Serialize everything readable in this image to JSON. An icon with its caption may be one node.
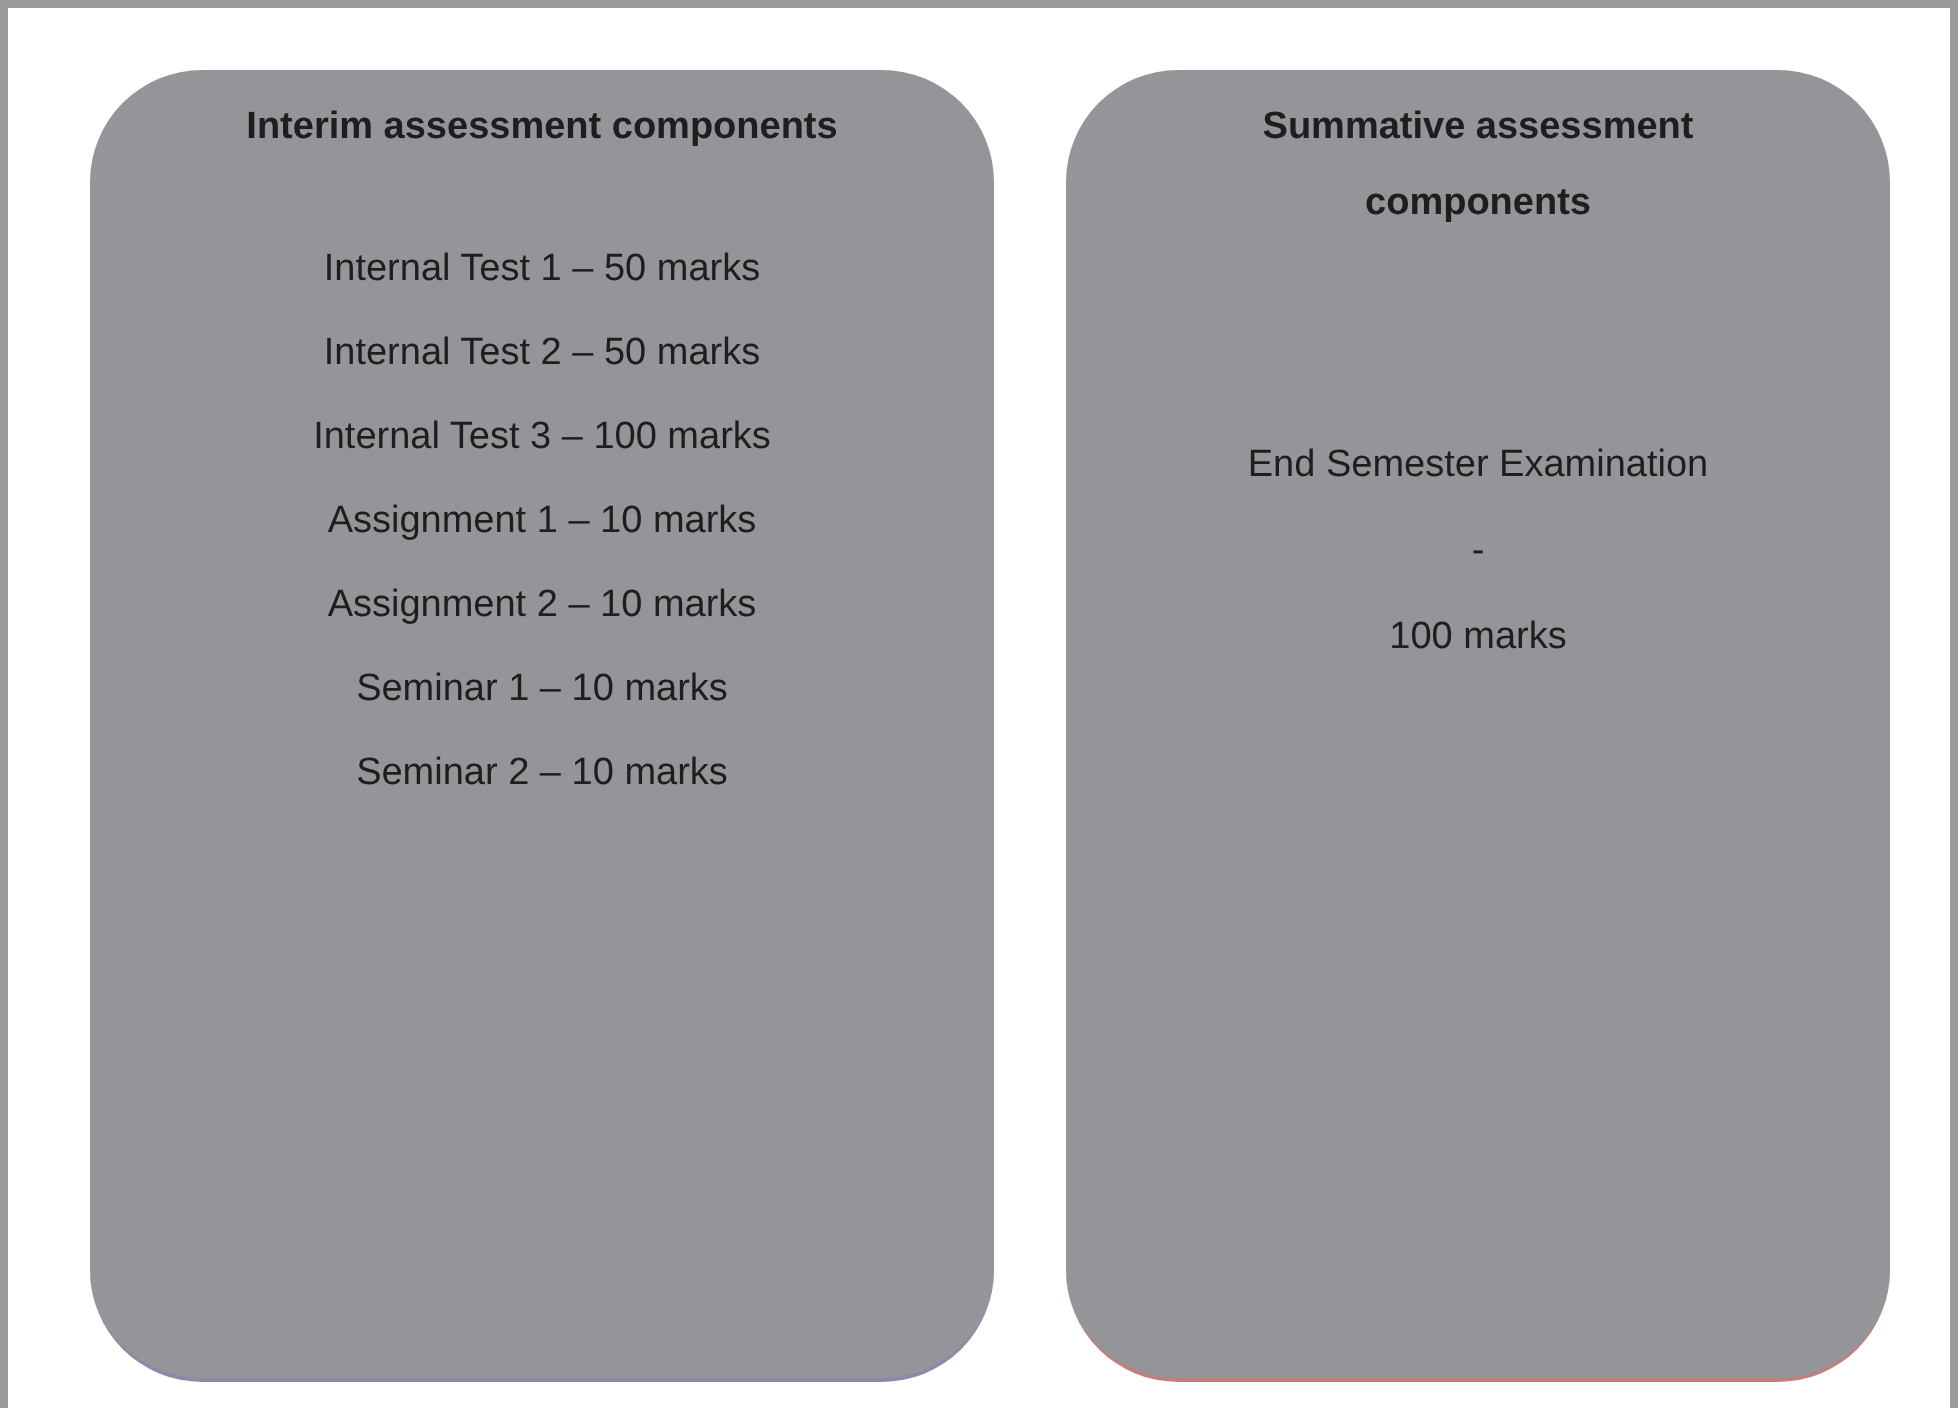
{
  "diagram": {
    "nodes": [
      {
        "text": [
          "Interim assessment components",
          "Internal Test 1 – 50 marks",
          "Internal Test 2 – 50 marks",
          "Internal Test 3 – 100 marks",
          "Assignment 1 – 10 marks",
          "Assignment 2 – 10 marks",
          "Seminar 1 – 10 marks",
          "Seminar 2 – 10 marks"
        ]
      },
      {
        "text": [
          "Summative assessment components",
          "End Semester Examination",
          "-",
          "100 marks"
        ]
      }
    ]
  }
}
